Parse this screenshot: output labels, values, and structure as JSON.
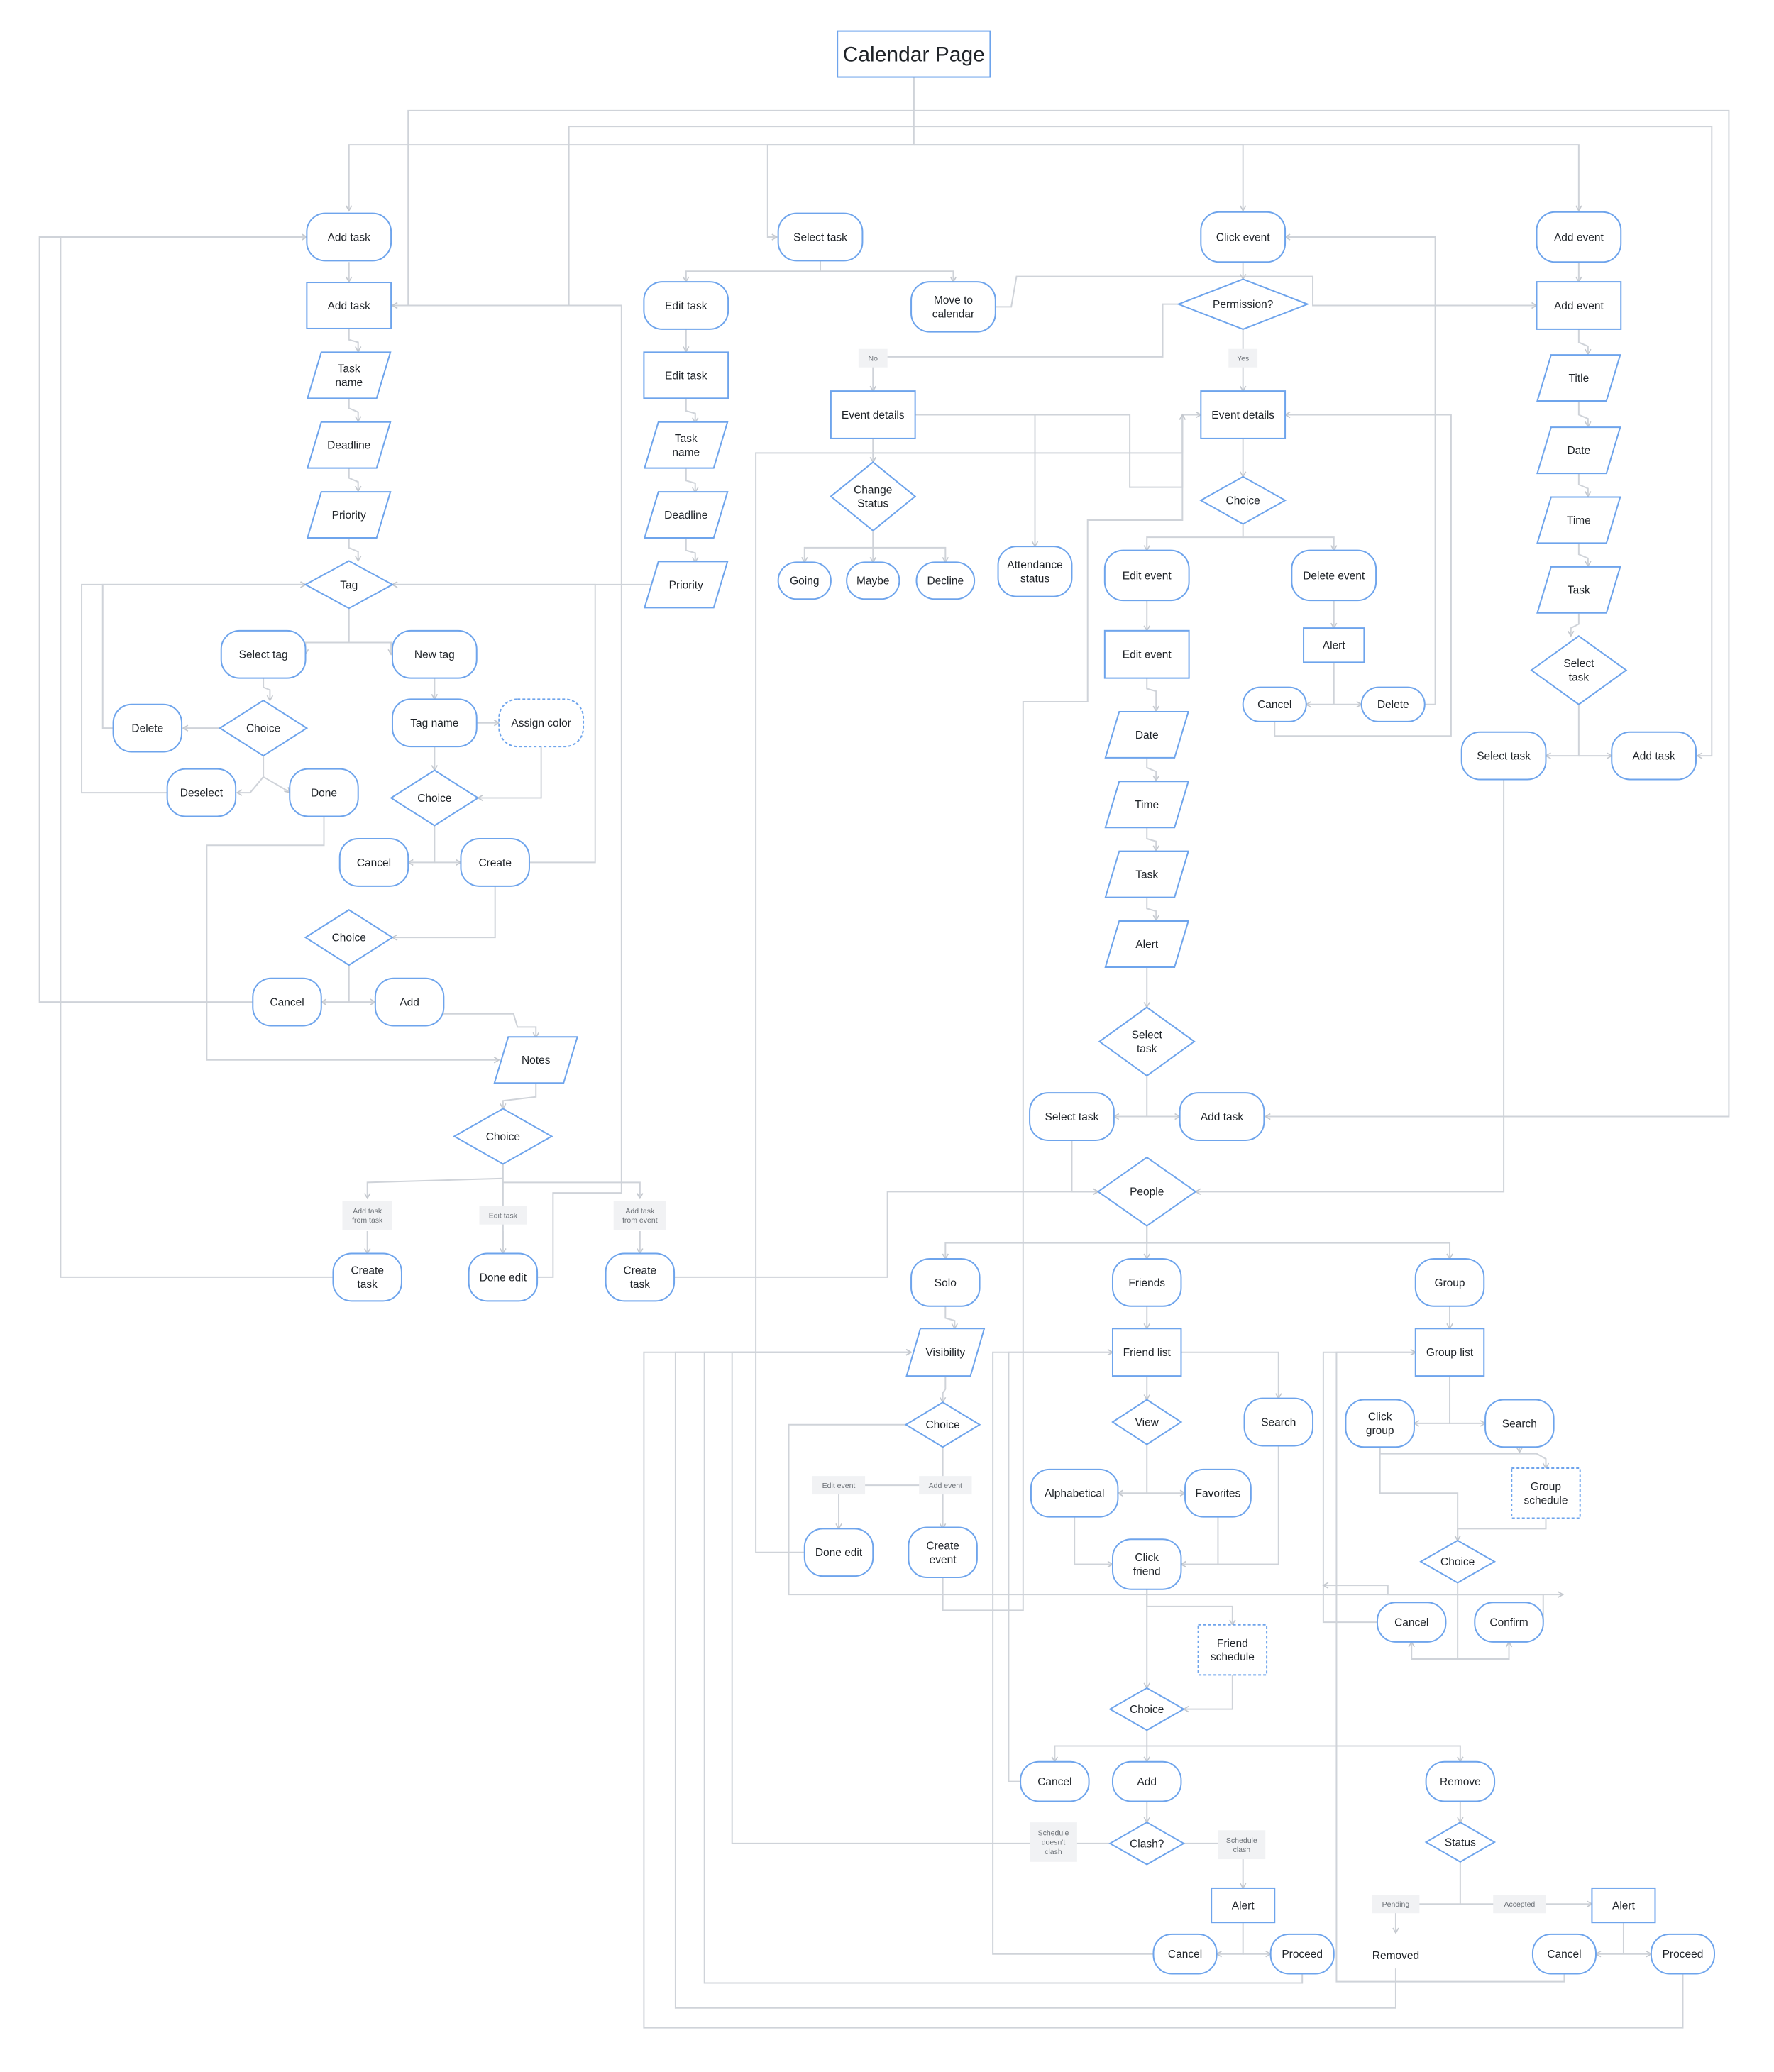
{
  "diagram": {
    "title": "Calendar Page",
    "colors": {
      "node_stroke": "#6ea4ec",
      "node_fill": "#ffffff",
      "edge": "#cfd3d9",
      "text": "#1f2328",
      "label_bg": "#f1f2f4",
      "label_text": "#6b7076"
    },
    "nodes": {
      "title": "Calendar Page",
      "addTask1": "Add task",
      "addTask2": "Add task",
      "taskName1": "Task\nname",
      "deadline1": "Deadline",
      "priority1": "Priority",
      "tag": "Tag",
      "selectTag": "Select tag",
      "newTag": "New tag",
      "choiceTag": "Choice",
      "deleteTag": "Delete",
      "deselect": "Deselect",
      "doneTag": "Done",
      "tagName": "Tag name",
      "assignColor": "Assign color",
      "choiceNewTag": "Choice",
      "cancelNewTag": "Cancel",
      "createTag": "Create",
      "choiceAdd": "Choice",
      "cancelAdd": "Cancel",
      "addBtn": "Add",
      "notes": "Notes",
      "choiceNotes": "Choice",
      "createTask1": "Create\ntask",
      "doneEdit1": "Done edit",
      "createTask2": "Create\ntask",
      "selectTask": "Select task",
      "editTask1": "Edit task",
      "editTask2": "Edit task",
      "taskName2": "Task\nname",
      "deadline2": "Deadline",
      "priority2": "Priority",
      "moveCal": "Move to\ncalendar",
      "clickEvent": "Click event",
      "permission": "Permission?",
      "evDetailsNo": "Event details",
      "changeStatus": "Change\nStatus",
      "going": "Going",
      "maybe": "Maybe",
      "decline": "Decline",
      "attendance": "Attendance\nstatus",
      "evDetailsYes": "Event details",
      "choiceEv": "Choice",
      "editEvent1": "Edit event",
      "editEvent2": "Edit event",
      "deleteEvent": "Delete event",
      "alertDel": "Alert",
      "cancelDel": "Cancel",
      "deleteBtn": "Delete",
      "dateE": "Date",
      "timeE": "Time",
      "taskE": "Task",
      "alertE": "Alert",
      "selectTaskD": "Select\ntask",
      "selectTaskE": "Select task",
      "addTaskE": "Add task",
      "addEvent1": "Add event",
      "addEvent2": "Add event",
      "titleR": "Title",
      "dateR": "Date",
      "timeR": "Time",
      "taskR": "Task",
      "selectTaskR": "Select\ntask",
      "selectTaskR2": "Select task",
      "addTaskR": "Add task",
      "people": "People",
      "solo": "Solo",
      "friends": "Friends",
      "group": "Group",
      "visibility": "Visibility",
      "choiceVis": "Choice",
      "doneEdit2": "Done edit",
      "createEvent": "Create\nevent",
      "friendList": "Friend list",
      "view": "View",
      "searchF": "Search",
      "alphabetical": "Alphabetical",
      "favorites": "Favorites",
      "clickFriend": "Click\nfriend",
      "friendSchedule": "Friend\nschedule",
      "choiceF": "Choice",
      "cancelF": "Cancel",
      "addF": "Add",
      "removeF": "Remove",
      "clash": "Clash?",
      "alertClash": "Alert",
      "cancelClash": "Cancel",
      "proceedClash": "Proceed",
      "statusF": "Status",
      "removed": "Removed",
      "alertAcc": "Alert",
      "cancelAcc": "Cancel",
      "proceedAcc": "Proceed",
      "groupList": "Group list",
      "clickGroup": "Click\ngroup",
      "searchG": "Search",
      "groupSchedule": "Group\nschedule",
      "choiceG": "Choice",
      "cancelG": "Cancel",
      "confirmG": "Confirm"
    },
    "edge_labels": {
      "no": "No",
      "yes": "Yes",
      "addFromTask": "Add task\nfrom task",
      "editTaskL": "Edit task",
      "addFromEvent": "Add task\nfrom event",
      "editEventL": "Edit event",
      "addEventL": "Add event",
      "schedNoClash": "Schedule\ndoesn't\nclash",
      "schedClash": "Schedule\nclash",
      "pending": "Pending",
      "accepted": "Accepted"
    }
  }
}
